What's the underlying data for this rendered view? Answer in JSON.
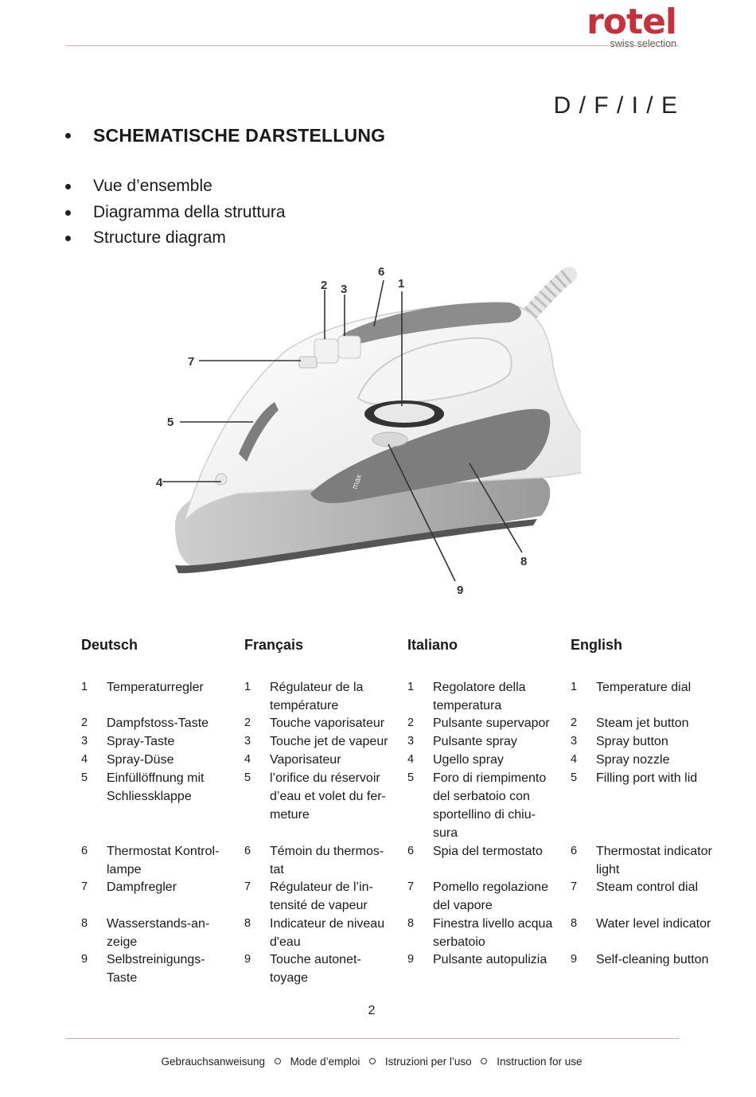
{
  "brand": {
    "name": "rotel",
    "tagline": "swiss selection",
    "color": "#c8313b"
  },
  "languages_code": "D / F / I / E",
  "heading": "SCHEMATISCHE DARSTELLUNG",
  "subheadings": [
    "Vue d’ensemble",
    "Diagramma della struttura",
    "Structure diagram"
  ],
  "figure": {
    "callouts": [
      "1",
      "2",
      "3",
      "4",
      "5",
      "6",
      "7",
      "8",
      "9"
    ],
    "marking": "max"
  },
  "columns": [
    {
      "title": "Deutsch",
      "items": [
        "Temperaturregler",
        "Dampfstoss-Taste",
        "Spray-Taste",
        "Spray-Düse",
        "Einfüllöffnung mit Schliessklappe",
        "Thermostat Kontrol-lampe",
        "Dampfregler",
        "Wasserstands-an-zeige",
        "Selbstreinigungs-Taste"
      ]
    },
    {
      "title": "Français",
      "items": [
        "Régulateur de la température",
        "Touche vaporisateur",
        "Touche jet de vapeur",
        "Vaporisateur",
        "l’orifice du réservoir d’eau et volet du fer-meture",
        "Témoin du thermos-tat",
        "Régulateur de l’in-tensité de vapeur",
        "Indicateur de niveau d'eau",
        "Touche autonet-toyage"
      ]
    },
    {
      "title": "Italiano",
      "items": [
        "Regolatore della temperatura",
        "Pulsante supervapor",
        "Pulsante spray",
        "Ugello spray",
        "Foro di riempimento del serbatoio con sportellino di chiu-sura",
        "Spia del termostato",
        "Pomello regolazione del vapore",
        "Finestra livello acqua serbatoio",
        "Pulsante autopulizia"
      ]
    },
    {
      "title": "English",
      "items": [
        "Temperature dial",
        "Steam jet button",
        "Spray button",
        "Spray nozzle",
        "Filling port with lid",
        "Thermostat indicator light",
        "Steam control dial",
        "Water level indicator",
        "Self-cleaning button"
      ]
    }
  ],
  "item_numbers": [
    "1",
    "2",
    "3",
    "4",
    "5",
    "6",
    "7",
    "8",
    "9"
  ],
  "page_number": "2",
  "footer": [
    "Gebrauchsanweisung",
    "Mode d’emploi",
    "Istruzioni per l’uso",
    "Instruction for use"
  ]
}
